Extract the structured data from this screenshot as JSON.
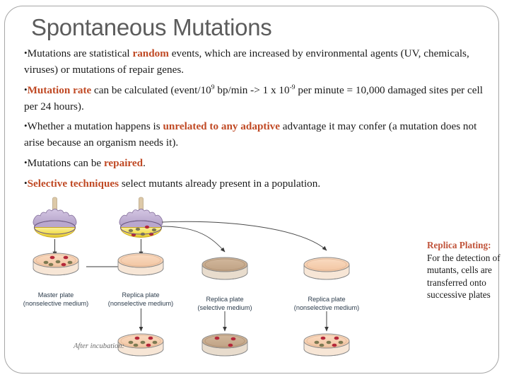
{
  "slide": {
    "title": "Spontaneous Mutations",
    "accent_color": "#c04a25",
    "title_color": "#5c5c5c",
    "border_color": "#a6a6a6"
  },
  "bullets": {
    "b1_pre": "Mutations are statistical ",
    "b1_hl": "random",
    "b1_post": " events, which are increased by environmental agents (UV, chemicals, viruses) or mutations of repair genes.",
    "b2_hl": "Mutation rate",
    "b2_a": " can be calculated (event/10",
    "b2_sup1": "9",
    "b2_b": " bp/min ->  1 x 10",
    "b2_sup2": "-9",
    "b2_c": "  per minute = 10,000 damaged sites per cell per 24 hours).",
    "b3_pre": "Whether a mutation happens is ",
    "b3_hl": "unrelated to any adaptive",
    "b3_post": " advantage it may confer (a mutation does not arise because an organism needs it).",
    "b4_pre": "Mutations can be ",
    "b4_hl": "repaired",
    "b4_post": ".",
    "b5_hl": "Selective techniques",
    "b5_post": " select mutants already present in a population."
  },
  "figure": {
    "after_incubation_label": "After incubation:",
    "plates": [
      {
        "name": "Master plate",
        "medium": "(nonselective medium)"
      },
      {
        "name": "Replica plate",
        "medium": "(nonselective medium)"
      },
      {
        "name": "Replica plate",
        "medium": "(selective medium)"
      },
      {
        "name": "Replica plate",
        "medium": "(nonselective medium)"
      }
    ],
    "colors": {
      "agar_nonselective": "#f6cdae",
      "agar_selective": "#c9ab8d",
      "velvet": "#f2de55",
      "pad_ring": "#c3b2d6",
      "handle": "#ddc9a8",
      "colony_red": "#b5283a",
      "colony_olive": "#7d7a52",
      "dish_outline": "#8a8a8a"
    }
  },
  "side_note": {
    "heading": "Replica Plating:",
    "body": "For the detection of mutants, cells are transferred onto successive plates"
  }
}
